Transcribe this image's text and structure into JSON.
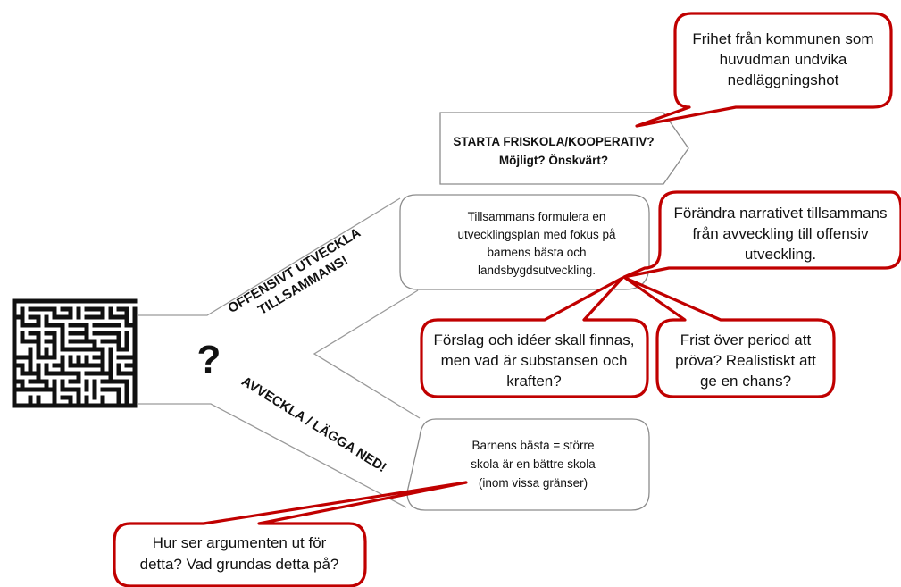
{
  "center_symbol": "?",
  "branches": {
    "upper": "OFFENSIVT UTVECKLA TILLSAMMANS!",
    "upper_line1": "OFFENSIVT UTVECKLA",
    "upper_line2": "TILLSAMMANS!",
    "lower": "AVVECKLA / LÄGGA NED!"
  },
  "arrow_box": {
    "line1": "STARTA FRISKOLA/KOOPERATIV?",
    "line2": "Möjligt? Önskvärt?"
  },
  "boxes": {
    "develop": [
      "Tillsammans formulera en",
      "utvecklingsplan med fokus på",
      "barnens bästa och",
      "landsbygdsutveckling."
    ],
    "close": [
      "Barnens bästa = större",
      "skola är en bättre skola",
      "(inom vissa gränser)"
    ]
  },
  "callouts": {
    "friskola": [
      "Frihet från kommunen som",
      "huvudman undvika",
      "nedläggningshot"
    ],
    "narrative": [
      "Förändra narrativet tillsammans",
      "från avveckling till offensiv",
      "utveckling."
    ],
    "substance": [
      "Förslag och idéer skall finnas,",
      "men vad är substansen och",
      "kraften?"
    ],
    "period": [
      "Frist över period att",
      "pröva? Realistiskt att",
      "ge en chans?"
    ],
    "arguments": [
      "Hur ser argumenten ut för",
      "detta? Vad grundas detta på?"
    ]
  },
  "colors": {
    "callout_border": "#c00000",
    "box_border": "#8c8c8c",
    "maze": "#111111"
  }
}
